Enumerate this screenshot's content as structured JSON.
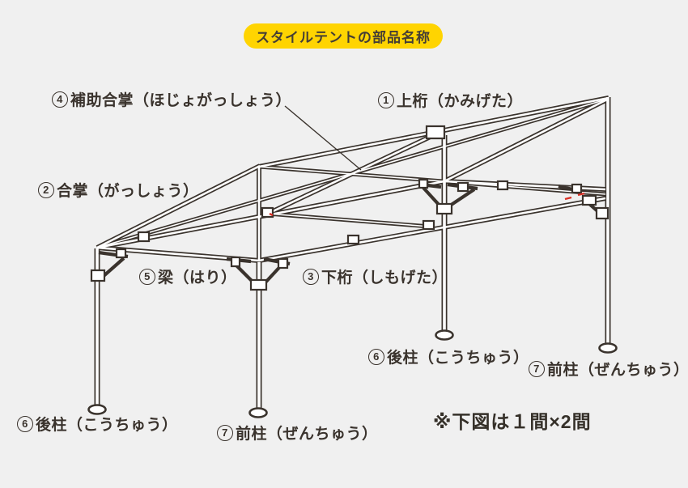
{
  "page": {
    "background_color": "#f0f0f0",
    "line_color": "#3a332d",
    "accent_red": "#d93025"
  },
  "header": {
    "badge_label": "スタイルテントの部品名称",
    "badge_color": "#ffd401",
    "badge_text_color": "#453e35"
  },
  "diagram": {
    "illustration": "tent-frame-wireframe",
    "labels": [
      {
        "number": "4",
        "text": "補助合掌（ほじょがっしょう）",
        "part": "hojo-gassho"
      },
      {
        "number": "1",
        "text": "上桁（かみげた）",
        "part": "kamigeta"
      },
      {
        "number": "2",
        "text": "合掌（がっしょう）",
        "part": "gassho"
      },
      {
        "number": "5",
        "text": "梁（はり）",
        "part": "hari"
      },
      {
        "number": "3",
        "text": "下桁（しもげた）",
        "part": "shimogeta"
      },
      {
        "number": "6",
        "text": "後柱（こうちゅう）",
        "part": "kochu-right"
      },
      {
        "number": "7",
        "text": "前柱（ぜんちゅう）",
        "part": "zenchu-right"
      },
      {
        "number": "6",
        "text": "後柱（こうちゅう）",
        "part": "kochu-left"
      },
      {
        "number": "7",
        "text": "前柱（ぜんちゅう）",
        "part": "zenchu-front"
      }
    ],
    "note": "※下図は１間×2間"
  }
}
